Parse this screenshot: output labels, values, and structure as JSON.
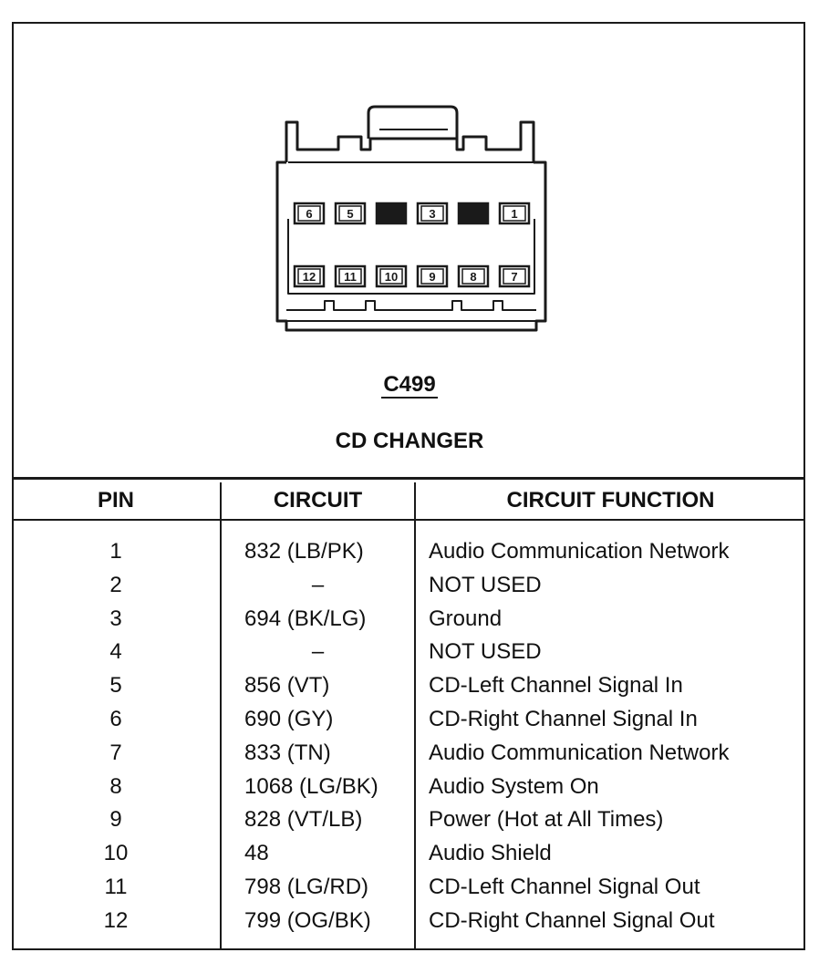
{
  "connector": {
    "id": "C499",
    "name": "CD CHANGER",
    "cavities_top": [
      {
        "label": "6",
        "filled": false
      },
      {
        "label": "5",
        "filled": false
      },
      {
        "label": "",
        "filled": true
      },
      {
        "label": "3",
        "filled": false
      },
      {
        "label": "",
        "filled": true
      },
      {
        "label": "1",
        "filled": false
      }
    ],
    "cavities_bottom": [
      {
        "label": "12",
        "filled": false
      },
      {
        "label": "11",
        "filled": false
      },
      {
        "label": "10",
        "filled": false
      },
      {
        "label": "9",
        "filled": false
      },
      {
        "label": "8",
        "filled": false
      },
      {
        "label": "7",
        "filled": false
      }
    ]
  },
  "table": {
    "headers": {
      "pin": "PIN",
      "circuit": "CIRCUIT",
      "function": "CIRCUIT FUNCTION"
    },
    "rows": [
      {
        "pin": "1",
        "circuit": "832 (LB/PK)",
        "function": "Audio Communication Network"
      },
      {
        "pin": "2",
        "circuit": "–",
        "function": "NOT USED"
      },
      {
        "pin": "3",
        "circuit": "694 (BK/LG)",
        "function": "Ground"
      },
      {
        "pin": "4",
        "circuit": "–",
        "function": "NOT USED"
      },
      {
        "pin": "5",
        "circuit": "856 (VT)",
        "function": "CD-Left Channel Signal In"
      },
      {
        "pin": "6",
        "circuit": "690 (GY)",
        "function": "CD-Right Channel Signal In"
      },
      {
        "pin": "7",
        "circuit": "833 (TN)",
        "function": "Audio Communication Network"
      },
      {
        "pin": "8",
        "circuit": "1068 (LG/BK)",
        "function": "Audio System On"
      },
      {
        "pin": "9",
        "circuit": "828 (VT/LB)",
        "function": "Power (Hot at All Times)"
      },
      {
        "pin": "10",
        "circuit": "48",
        "function": "Audio Shield"
      },
      {
        "pin": "11",
        "circuit": "798 (LG/RD)",
        "function": "CD-Left Channel Signal Out"
      },
      {
        "pin": "12",
        "circuit": "799 (OG/BK)",
        "function": "CD-Right Channel Signal Out"
      }
    ]
  },
  "colors": {
    "ink": "#1a1a1a",
    "paper": "#ffffff"
  }
}
